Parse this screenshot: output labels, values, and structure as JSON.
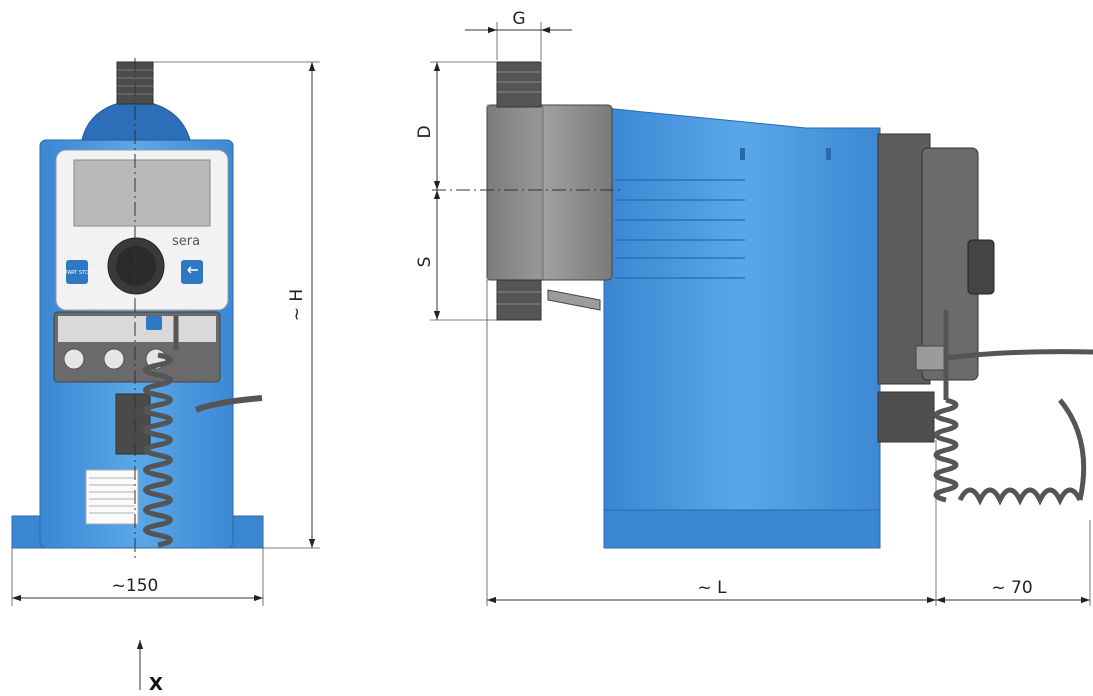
{
  "dimensions": {
    "width_front": "~150",
    "height": "~ H",
    "connection_thread": "G",
    "dim_d": "D",
    "dim_s": "S",
    "length": "~ L",
    "cable_depth": "~ 70"
  },
  "view_marker": {
    "label": "X"
  },
  "device": {
    "brand": "sera",
    "start_stop_label": "START STOP",
    "start_stop_small_label": "START STOP"
  },
  "colors": {
    "body_blue": "#4d9de0",
    "body_blue_dark": "#2f78c2",
    "panel_white": "#f2f2f2",
    "display_gray": "#b9b9b9",
    "housing_gray": "#5d5d5d",
    "cable_gray": "#555555",
    "steel_gray": "#8e8e8e"
  },
  "icons": {
    "arrow": "view-direction-arrow-icon",
    "return": "return-arrow-icon",
    "knob": "rotary-knob-icon"
  }
}
